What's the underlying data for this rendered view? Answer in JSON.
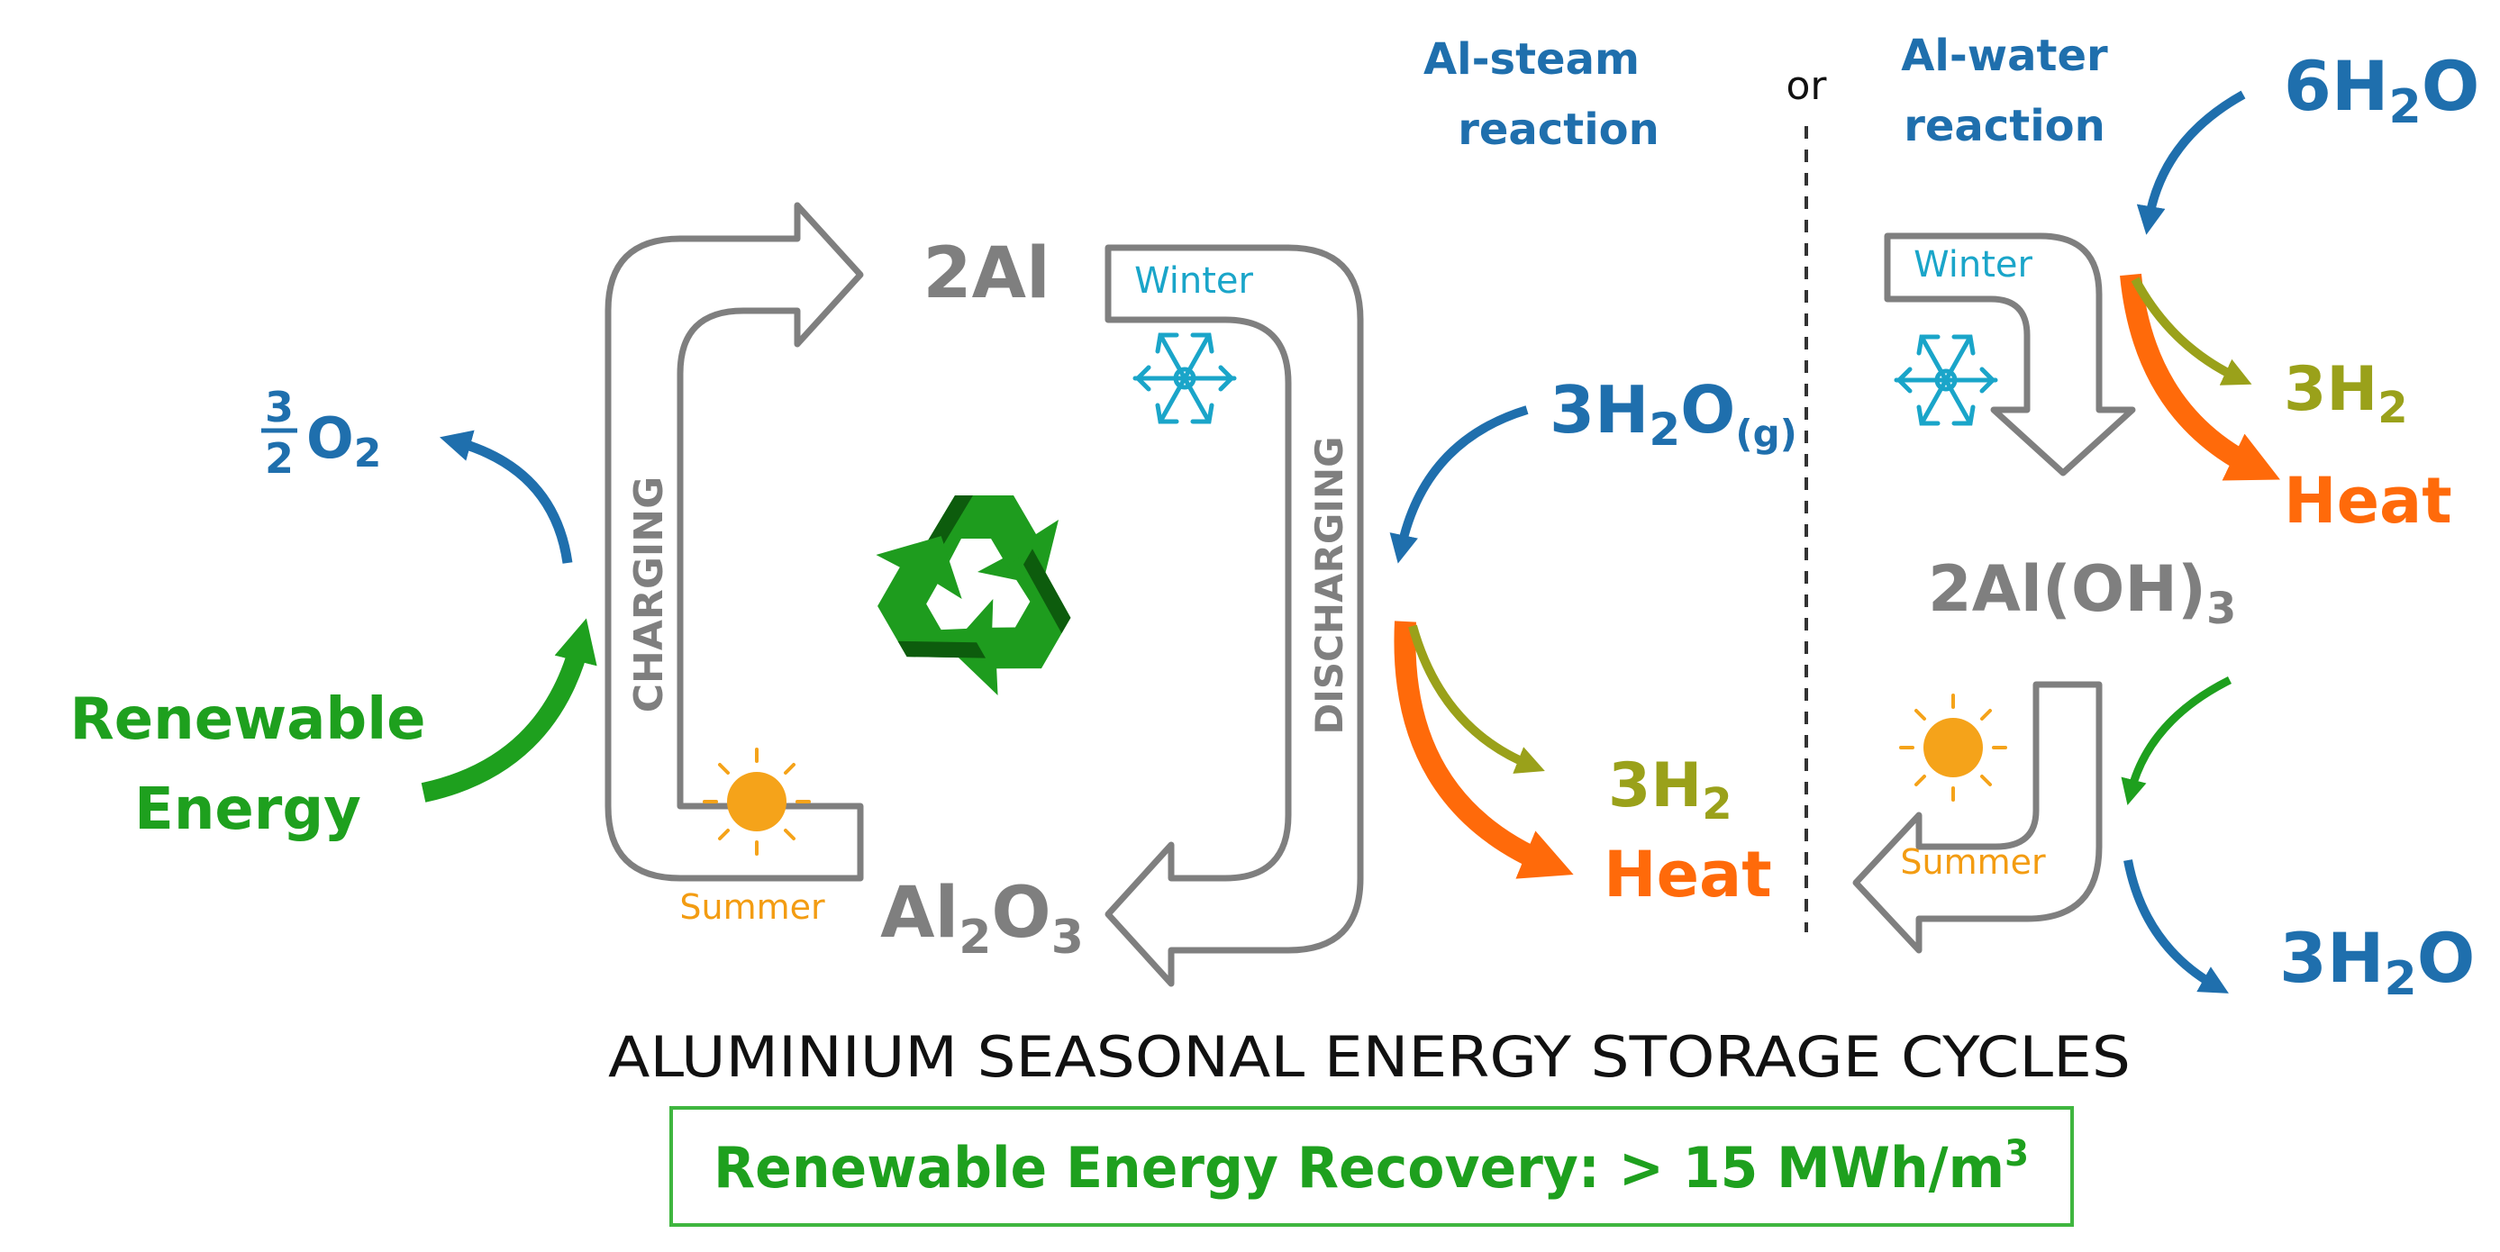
{
  "colors": {
    "gray": "#7f7f7f",
    "blue": "#1f6fad",
    "green": "#1ea01e",
    "orange": "#ff6a0a",
    "olive": "#9aa11a",
    "winter": "#1aa5c9",
    "summer": "#f39c12",
    "border_green": "#3fb63f"
  },
  "left": {
    "o2_num": "3",
    "o2_den": "2",
    "o2_species": "O",
    "o2_sub": "2",
    "renewable_line1": "Renewable",
    "renewable_line2": "Energy",
    "charging": "CHARGING",
    "al": "2Al",
    "al2o3_a": "Al",
    "al2o3_s1": "2",
    "al2o3_b": "O",
    "al2o3_s2": "3",
    "winter": "Winter",
    "summer": "Summer",
    "discharging": "DISCHARGING"
  },
  "steam": {
    "title_line1": "Al-steam",
    "title_line2": "reaction",
    "h2o_a": "3H",
    "h2o_s": "2",
    "h2o_b": "O",
    "h2o_g": "(g)",
    "h2_a": "3H",
    "h2_s": "2",
    "heat": "Heat"
  },
  "or_label": "or",
  "water": {
    "title_line1": "Al-water",
    "title_line2": "reaction",
    "h2o_in_a": "6H",
    "h2o_in_s": "2",
    "h2o_in_b": "O",
    "winter": "Winter",
    "h2_a": "3H",
    "h2_s": "2",
    "heat": "Heat",
    "aloh_a": "2Al(OH)",
    "aloh_s": "3",
    "summer": "Summer",
    "h2o_out_a": "3H",
    "h2o_out_s": "2",
    "h2o_out_b": "O"
  },
  "caption": "ALUMINIUM SEASONAL ENERGY STORAGE CYCLES",
  "recovery": {
    "label": "Renewable Energy Recovery: > 15 MWh/m",
    "sup": "3"
  }
}
